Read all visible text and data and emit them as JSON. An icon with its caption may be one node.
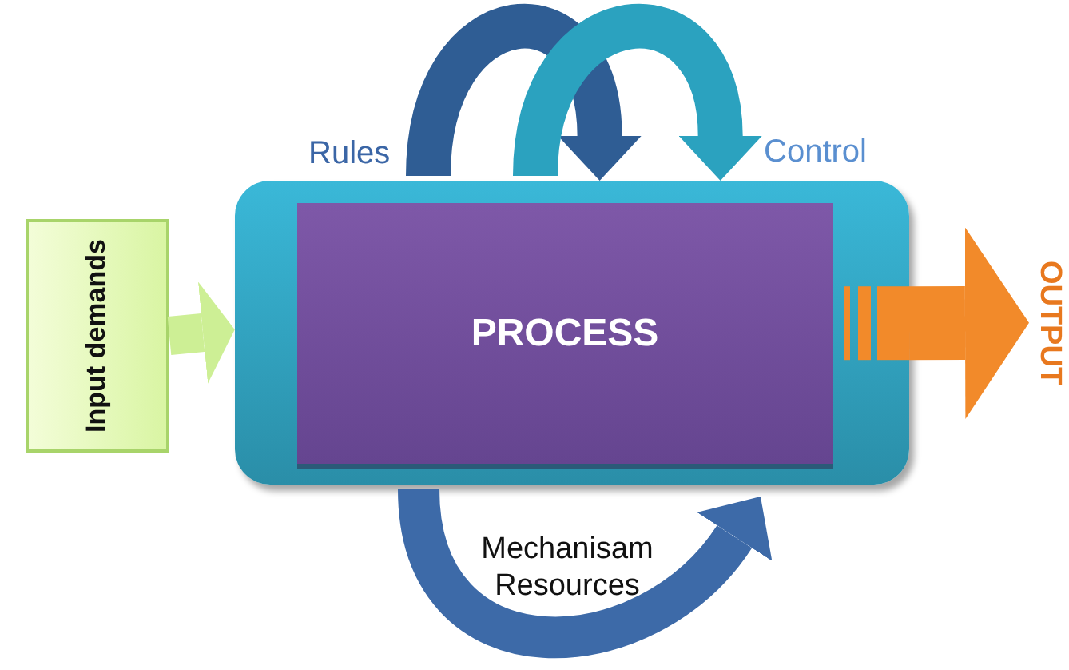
{
  "diagram": {
    "nodes": [
      {
        "text": [
          "Input demands"
        ]
      },
      {
        "text": [],
        "shape": "box"
      },
      {
        "text": [
          "PROCESS"
        ],
        "in": 1
      },
      {
        "text": [
          "OUTPUT"
        ]
      }
    ],
    "edges": [
      {
        "from": 0,
        "to": 1,
        "arrow": "to",
        "color": "#cdef95"
      },
      {
        "from": null,
        "to": 1,
        "arrow": "to",
        "color": "#2f5d94",
        "label": "Rules"
      },
      {
        "from": null,
        "to": 1,
        "arrow": "to",
        "color": "#2ba2bf",
        "label": "Control"
      },
      {
        "from": null,
        "to": 1,
        "arrow": "to",
        "color": "#3d6aa8",
        "label": "Mechanisam Resources"
      },
      {
        "from": 1,
        "to": 3,
        "arrow": "to",
        "color": "#f28a2a"
      }
    ]
  }
}
